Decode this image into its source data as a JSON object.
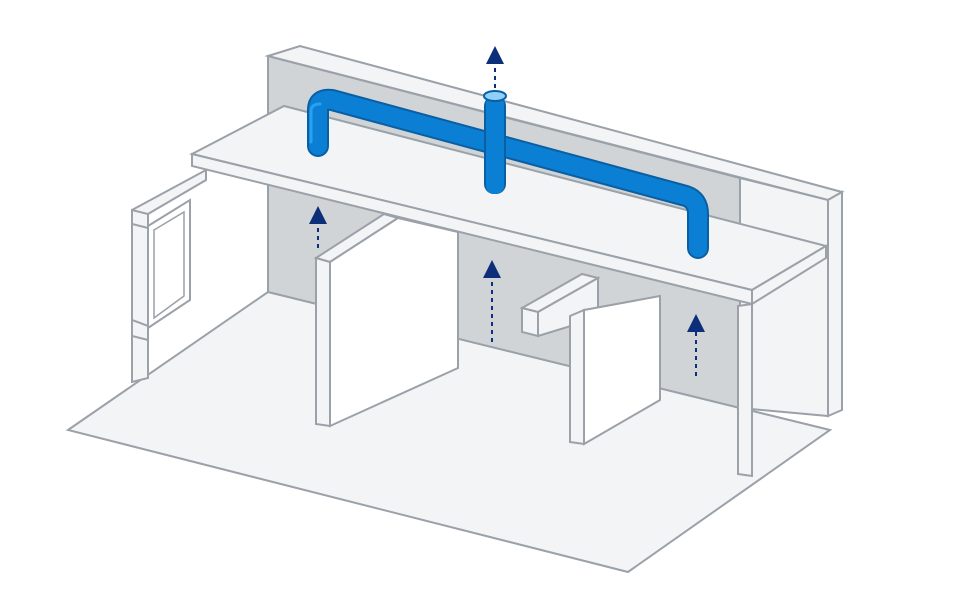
{
  "diagram": {
    "subject": "isometric-room-with-overhead-exhaust-duct",
    "colors": {
      "outline": "#9aa1a8",
      "wall_shade": "#d1d4d7",
      "surface": "#f3f4f5",
      "white": "#ffffff",
      "duct": "#0b7fd4",
      "duct_dark": "#0a5fa3",
      "duct_highlight": "#2aa0f0",
      "arrow": "#0d2f7a"
    },
    "parts": [
      "floor",
      "back-wall",
      "side-window-frame",
      "partition-left",
      "partition-right",
      "ceiling-shelf",
      "exhaust-duct",
      "vertical-stack"
    ],
    "airflow_arrows": [
      "bay-left",
      "bay-middle",
      "bay-right",
      "stack-outlet"
    ],
    "airflow_direction": "up"
  }
}
